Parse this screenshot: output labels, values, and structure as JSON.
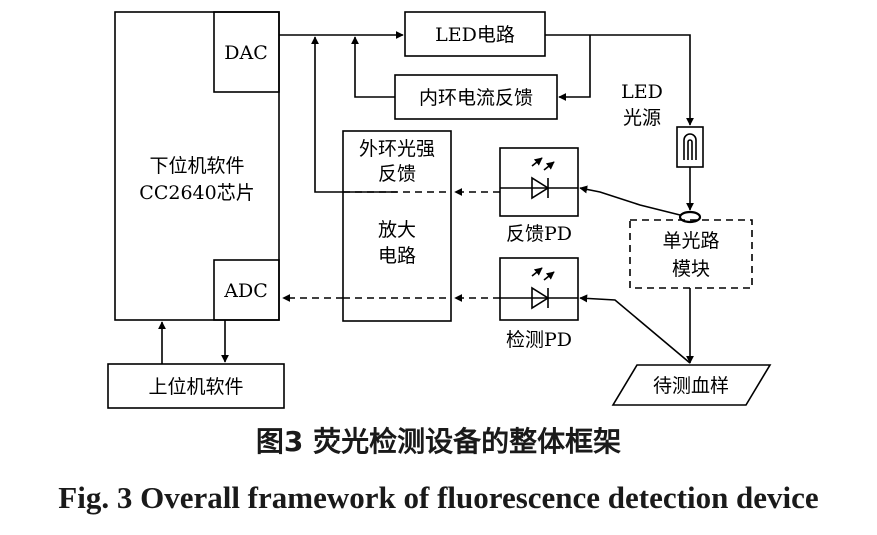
{
  "labels": {
    "mcu_line1": "下位机软件",
    "mcu_line2": "CC2640芯片",
    "dac": "DAC",
    "adc": "ADC",
    "led_circuit": "LED电路",
    "inner_loop": "内环电流反馈",
    "led_source_line1": "LED",
    "led_source_line2": "光源",
    "outer_loop_line1": "外环光强",
    "outer_loop_line2": "反馈",
    "amp_line1": "放大",
    "amp_line2": "电路",
    "feedback_pd": "反馈PD",
    "detect_pd": "检测PD",
    "optical_line1": "单光路",
    "optical_line2": "模块",
    "host_software": "上位机软件",
    "blood_sample": "待测血样"
  },
  "caption": {
    "cn": "图3  荧光检测设备的整体框架",
    "en": "Fig. 3  Overall framework of fluorescence detection device"
  }
}
